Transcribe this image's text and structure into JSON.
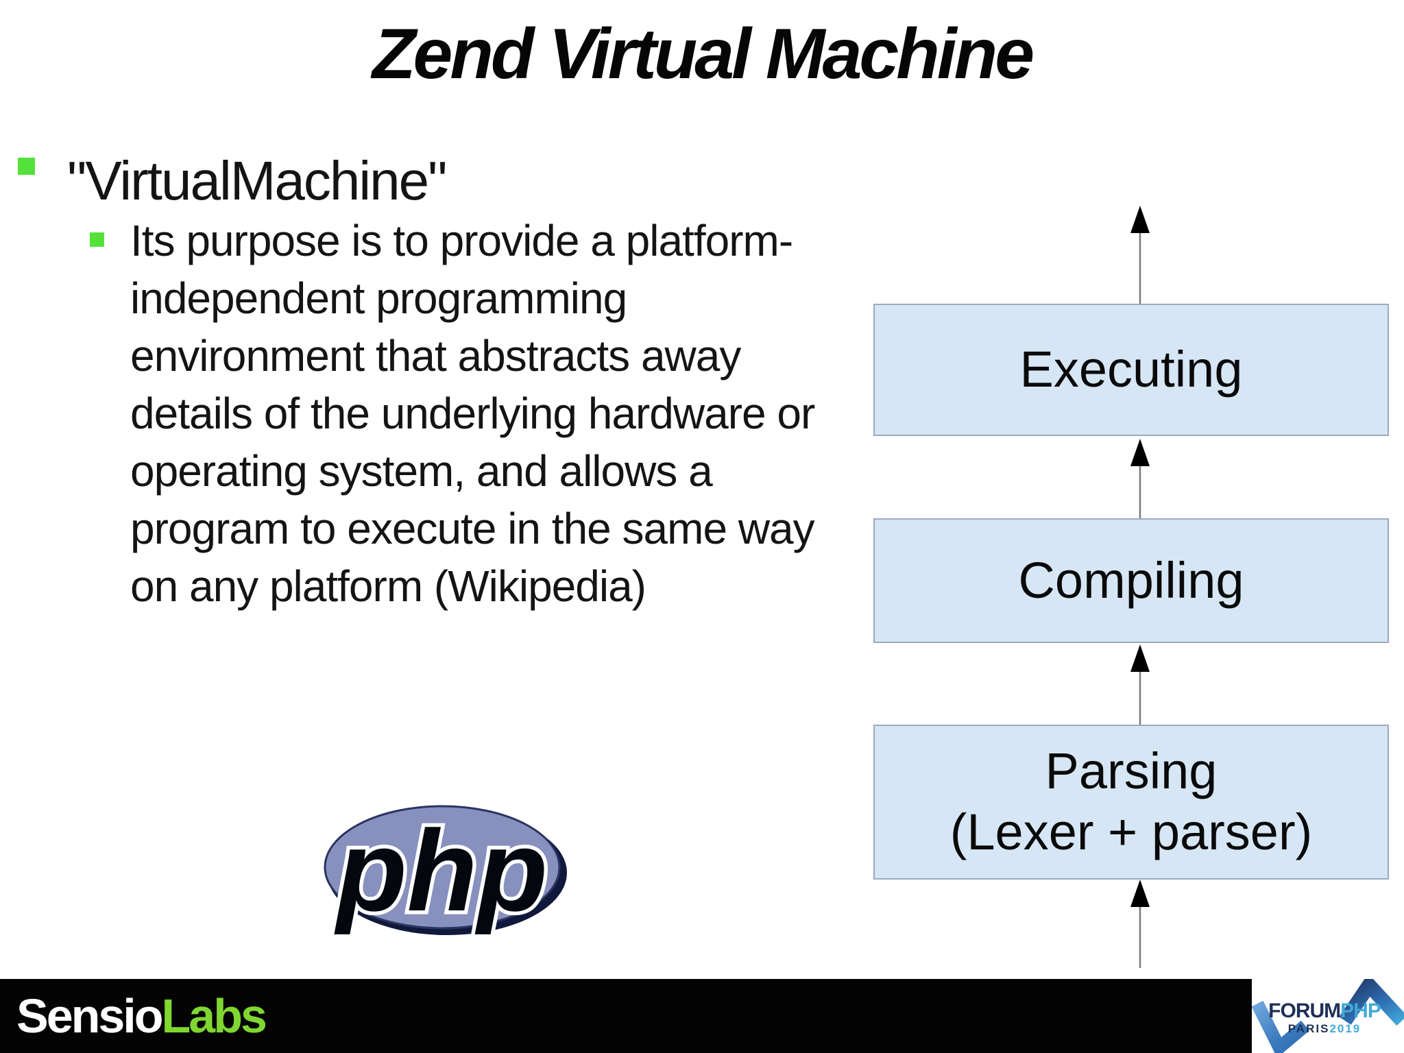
{
  "slide_title": "Zend Virtual Machine",
  "content": {
    "heading": "\"VirtualMachine\"",
    "body_lines": [
      "Its purpose is to provide a platform-",
      "independent programming",
      "environment that abstracts away",
      "details of the underlying hardware or",
      "operating system, and allows a",
      "program to execute in the same way",
      "on any platform (Wikipedia)"
    ]
  },
  "diagram": {
    "stages": [
      {
        "label": "Executing"
      },
      {
        "label": "Compiling"
      },
      {
        "label": "Parsing",
        "label2": "(Lexer + parser)"
      }
    ]
  },
  "php_logo_text": "php",
  "footer": {
    "brand_white": "Sensio",
    "brand_green": "Labs",
    "event_name_dark": "FORUM",
    "event_name_blue": "PHP",
    "event_city": "PARIS",
    "event_year": "2019"
  },
  "colors": {
    "bullet_green": "#54e23a",
    "box_fill": "#d6e6f5",
    "box_border": "#9aabbd",
    "labs_green": "#7fd631",
    "forum_navy": "#1f3058",
    "forum_blue": "#41a8d8",
    "php_ellipse": "#8891bd"
  }
}
